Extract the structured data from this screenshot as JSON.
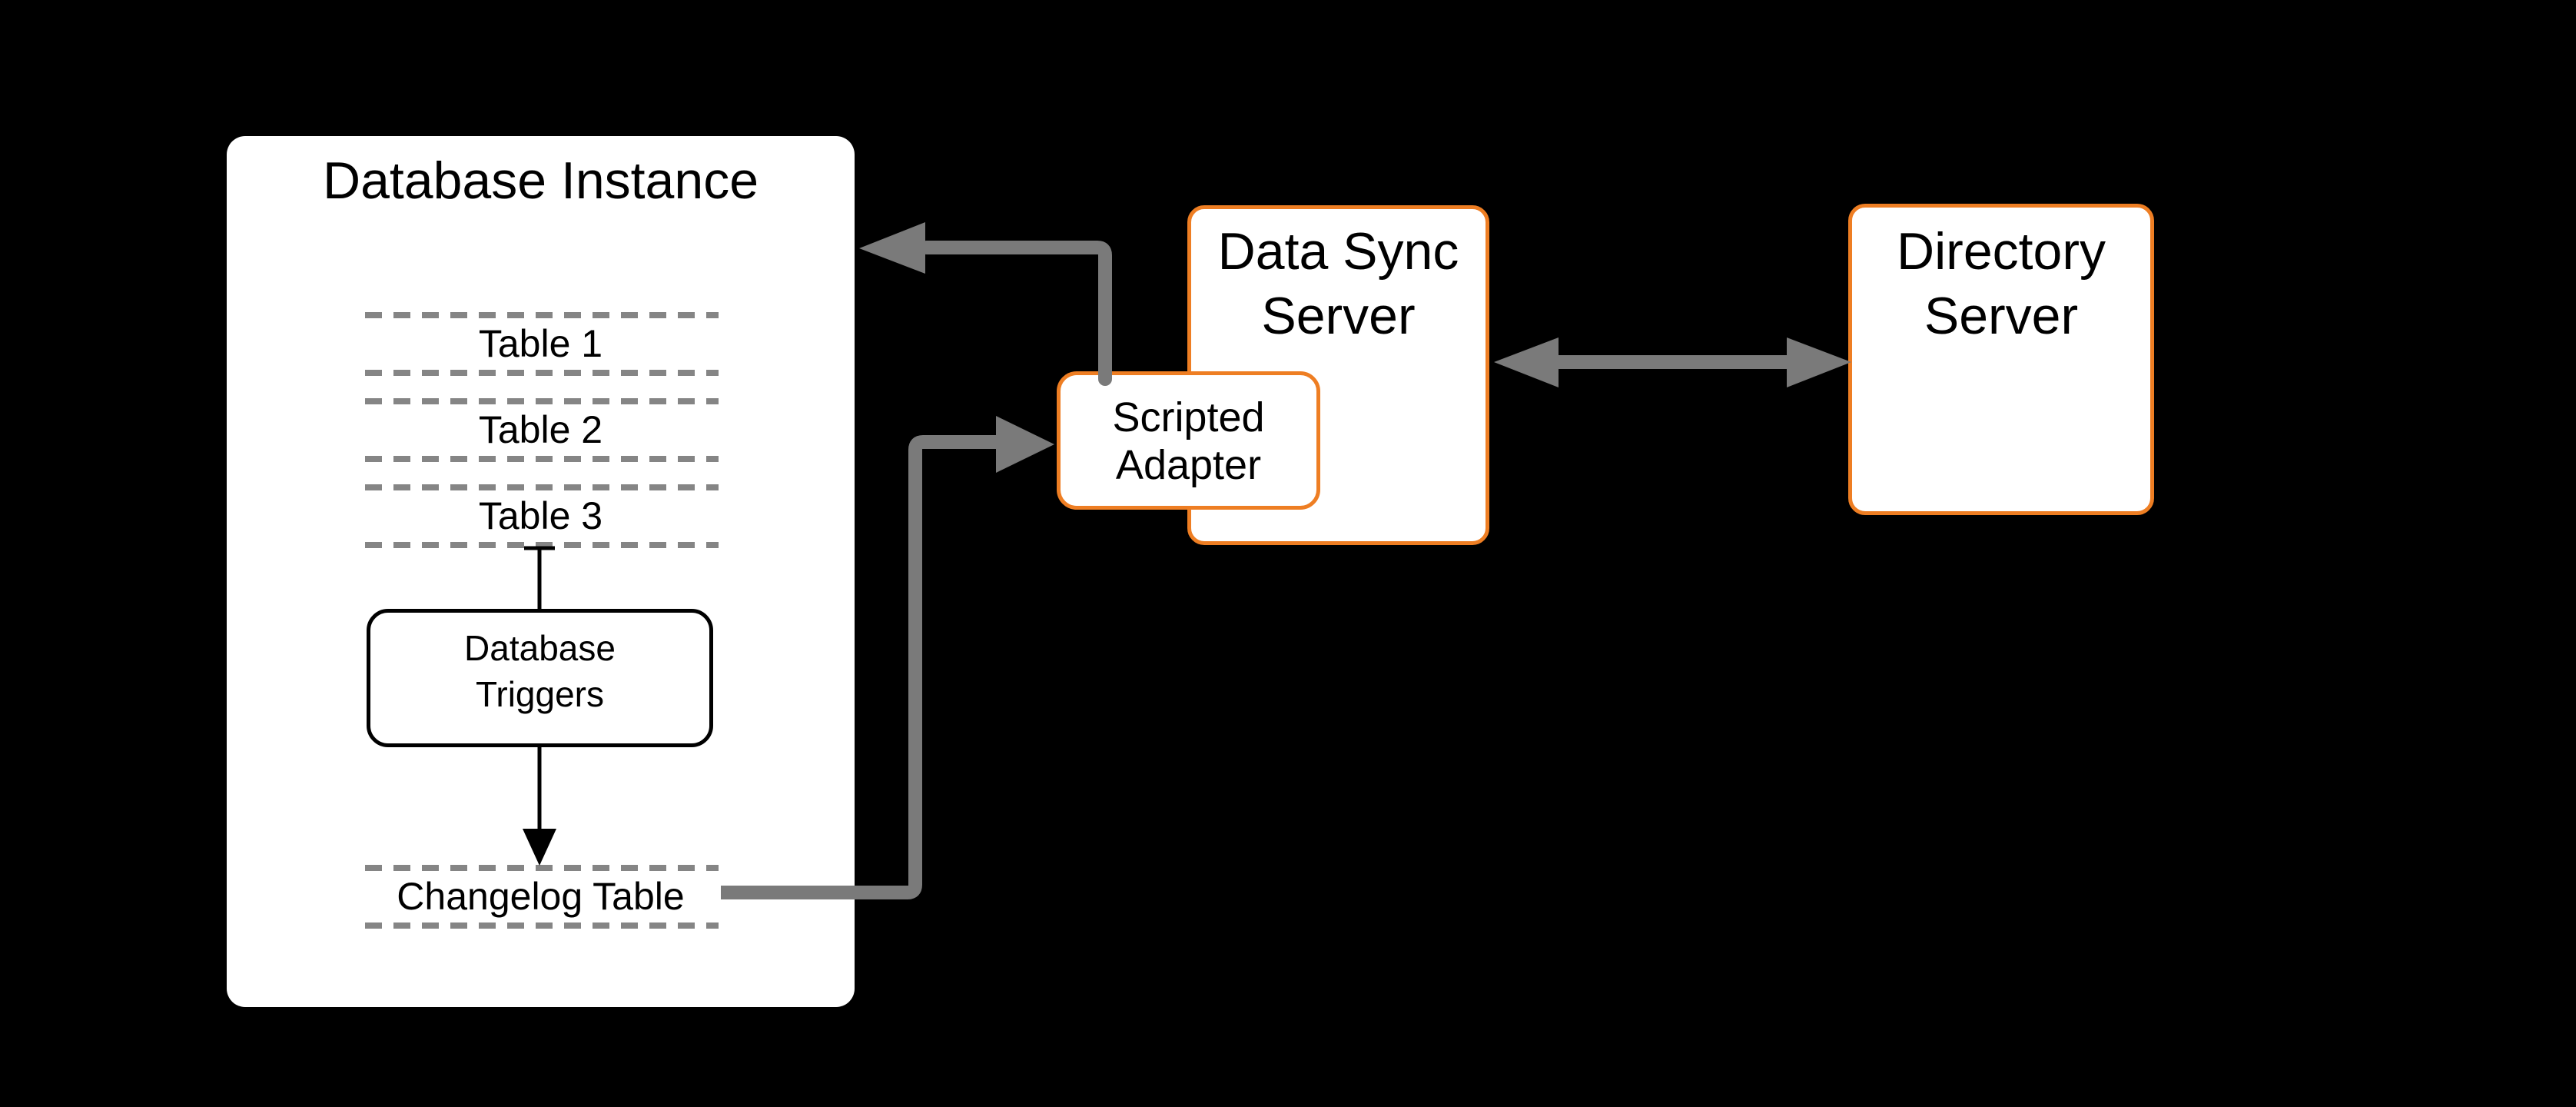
{
  "colors": {
    "background": "#000000",
    "box_fill": "#ffffff",
    "accent_orange": "#EE7E23",
    "connector_gray": "#7A7A7A",
    "dash_gray": "#858585",
    "text_black": "#000000"
  },
  "database_instance": {
    "title": "Database Instance",
    "tables": [
      "Table 1",
      "Table 2",
      "Table 3"
    ],
    "triggers_label_lines": [
      "Database",
      "Triggers"
    ],
    "changelog_label": "Changelog Table"
  },
  "data_sync_server": {
    "title_lines": [
      "Data Sync",
      "Server"
    ],
    "scripted_adapter_lines": [
      "Scripted",
      "Adapter"
    ]
  },
  "directory_server": {
    "title_lines": [
      "Directory",
      "Server"
    ]
  }
}
